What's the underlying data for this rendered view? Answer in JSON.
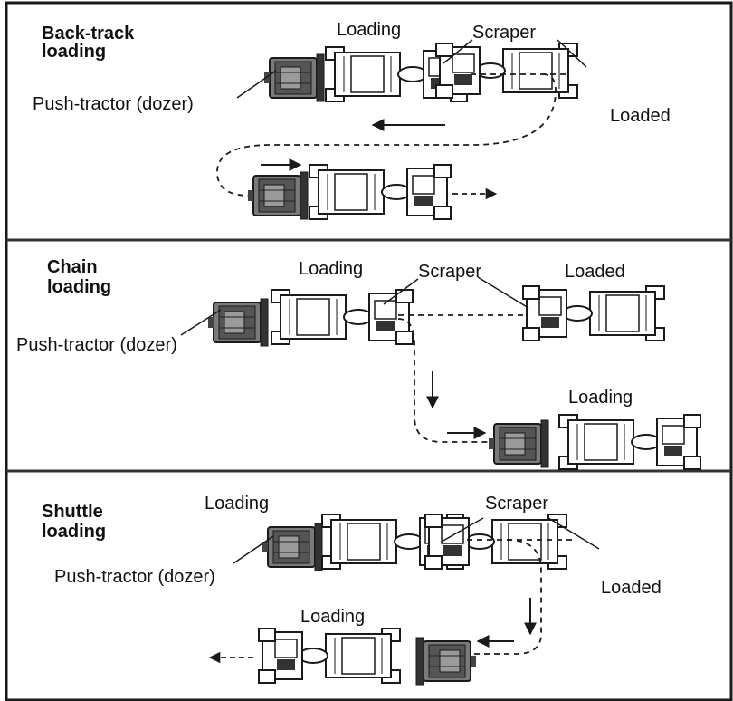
{
  "panels": [
    {
      "title_line1": "Back-track",
      "title_line2": "loading",
      "labels": {
        "loading": "Loading",
        "scraper": "Scraper",
        "loaded": "Loaded",
        "push_tractor": "Push-tractor (dozer)"
      }
    },
    {
      "title_line1": "Chain",
      "title_line2": "loading",
      "labels": {
        "loading": "Loading",
        "scraper": "Scraper",
        "loaded": "Loaded",
        "loading_2": "Loading",
        "push_tractor": "Push-tractor (dozer)"
      }
    },
    {
      "title_line1": "Shuttle",
      "title_line2": "loading",
      "labels": {
        "loading": "Loading",
        "scraper": "Scraper",
        "loaded": "Loaded",
        "loading_2": "Loading",
        "push_tractor": "Push-tractor (dozer)"
      }
    }
  ],
  "colors": {
    "ink": "#1a1a1a",
    "dozer_fill": "#7a7a7a",
    "machine_fill": "#ffffff",
    "divider": "#333333"
  }
}
